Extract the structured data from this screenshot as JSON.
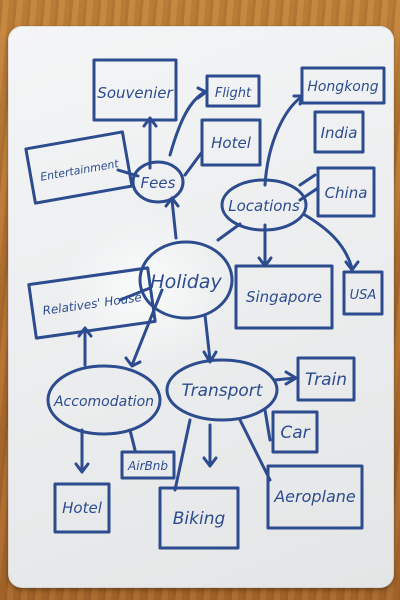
{
  "board": {
    "center": "Holiday",
    "hubs": {
      "fees": "Fees",
      "locations": "Locations",
      "accommodation": "Accomodation",
      "transport": "Transport"
    },
    "fees_items": {
      "souvenier": "Souvenier",
      "flight": "Flight",
      "hotel": "Hotel",
      "entertainment": "Entertainment"
    },
    "location_items": {
      "hongkong": "Hongkong",
      "india": "India",
      "china": "China",
      "singapore": "Singapore",
      "usa": "USA"
    },
    "accommodation_items": {
      "relatives": "Relatives' House",
      "hotel": "Hotel",
      "airbnb": "AirBnb"
    },
    "transport_items": {
      "train": "Train",
      "car": "Car",
      "aeroplane": "Aeroplane",
      "biking": "Biking"
    }
  }
}
